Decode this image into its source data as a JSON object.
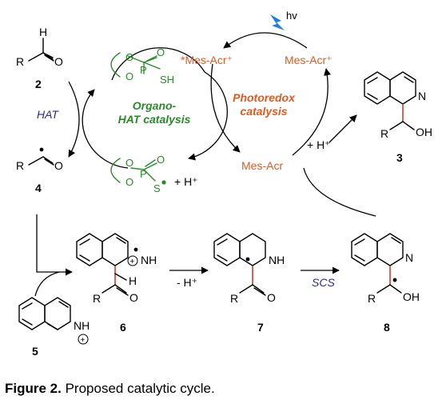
{
  "labels": {
    "c2_R": "R",
    "c2_H": "H",
    "c2_O": "O",
    "c2_num": "2",
    "c4_R": "R",
    "c4_O": "O",
    "c4_num": "4",
    "hat": "HAT",
    "cat_top_O1": "O",
    "cat_top_O2": "O",
    "cat_top_P": "P",
    "cat_top_O3": "O",
    "cat_top_SH": "SH",
    "cat_bot_O1": "O",
    "cat_bot_O2": "O",
    "cat_bot_P": "P",
    "cat_bot_O3": "O",
    "cat_bot_S": "S",
    "hplus_left": "+ H⁺",
    "organo_line1": "Organo-",
    "organo_line2": "HAT catalysis",
    "photo_line1": "Photoredox",
    "photo_line2": "catalysis",
    "hv": "hv",
    "mes_excited": "*Mes-Acr⁺",
    "mes_plus": "Mes-Acr⁺",
    "mes_neutral": "Mes-Acr",
    "hplus_right": "+ H⁺",
    "c3_N": "N",
    "c3_R": "R",
    "c3_OH": "OH",
    "c3_num": "3",
    "c6_NH": "NH",
    "c6_H": "H",
    "c6_R": "R",
    "c6_O": "O",
    "c6_num": "6",
    "minus_h": "- H⁺",
    "c7_NH": "NH",
    "c7_R": "R",
    "c7_O": "O",
    "c7_num": "7",
    "scs": "SCS",
    "c8_N": "N",
    "c8_R": "R",
    "c8_OH": "OH",
    "c8_num": "8",
    "c5_NH": "NH",
    "c5_num": "5"
  },
  "caption": {
    "label": "Figure 2.",
    "text": "Proposed catalytic cycle."
  },
  "colors": {
    "green": "#2a8a2a",
    "orange": "#e05a1e",
    "navy": "#2a2a8a",
    "red": "#d23a2a",
    "bolt": "#1e7fe0"
  }
}
